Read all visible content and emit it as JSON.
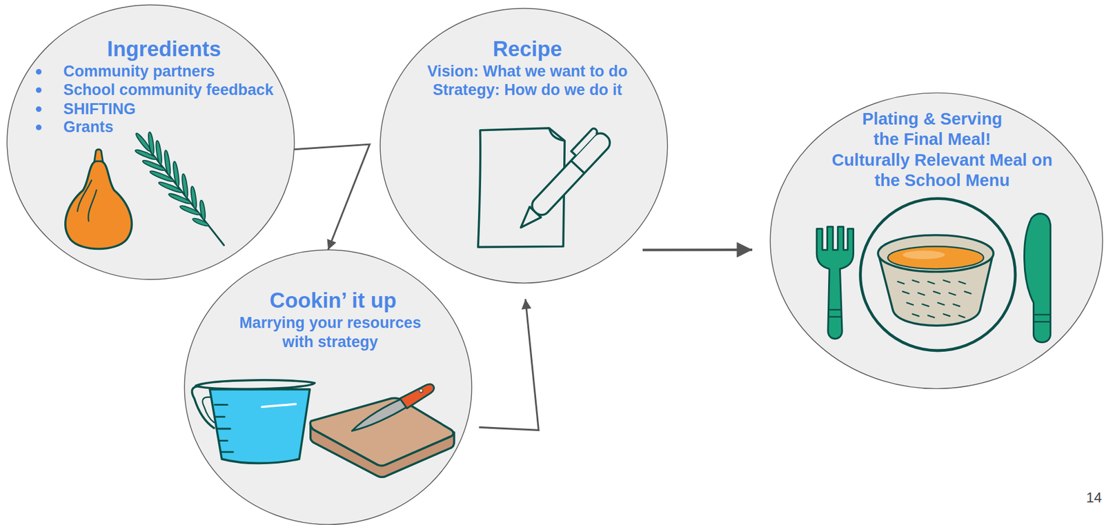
{
  "diagram": {
    "nodes": [
      {
        "text": [
          "Ingredients",
          "Community partners",
          "School community feedback",
          "SHIFTING",
          "Grants"
        ]
      },
      {
        "text": [
          "Recipe",
          "Vision: What we want to do",
          "Strategy: How do we do it"
        ]
      },
      {
        "text": [
          "Cookin’ it up",
          "Marrying your resources with strategy"
        ]
      },
      {
        "text": [
          "Plating & Serving the Final Meal!",
          "Culturally Relevant Meal on the School Menu"
        ]
      }
    ],
    "edges": [
      {
        "from": 0,
        "to": 2,
        "arrow": "to"
      },
      {
        "from": 2,
        "to": 1,
        "arrow": "to"
      },
      {
        "from": 1,
        "to": 3,
        "arrow": "to"
      }
    ],
    "labels": [
      "14"
    ]
  }
}
